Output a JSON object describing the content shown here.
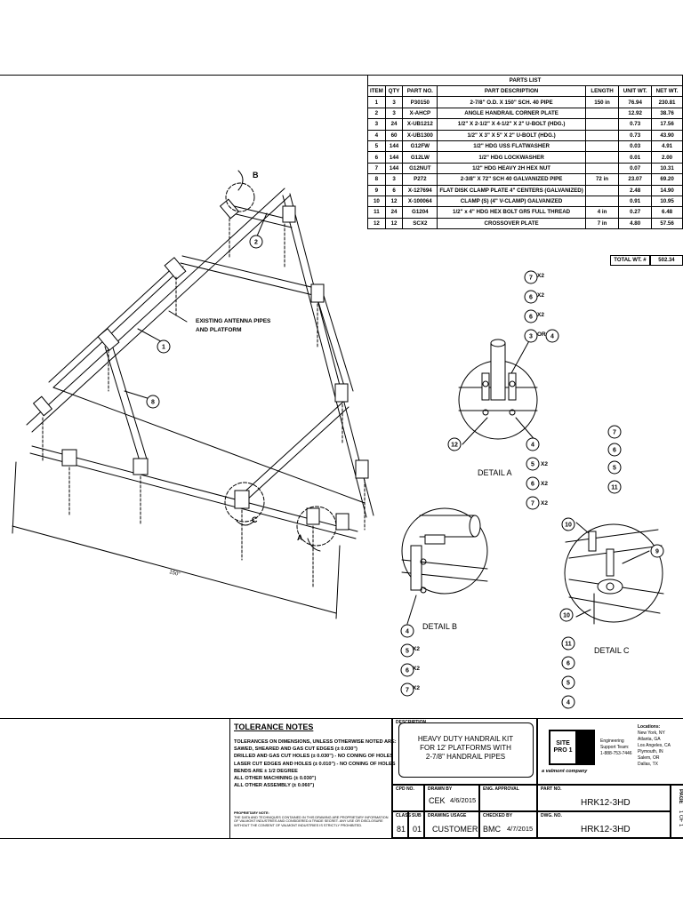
{
  "parts_list": {
    "title": "PARTS LIST",
    "headers": [
      "ITEM",
      "QTY",
      "PART NO.",
      "PART DESCRIPTION",
      "LENGTH",
      "UNIT WT.",
      "NET WT."
    ],
    "rows": [
      {
        "item": "1",
        "qty": "3",
        "part_no": "P30150",
        "description": "2-7/8\" O.D. X 150\" SCH. 40 PIPE",
        "length": "150 in",
        "unit_wt": "76.94",
        "net_wt": "230.81"
      },
      {
        "item": "2",
        "qty": "3",
        "part_no": "X-AHCP",
        "description": "ANGLE HANDRAIL CORNER PLATE",
        "length": "",
        "unit_wt": "12.92",
        "net_wt": "38.76"
      },
      {
        "item": "3",
        "qty": "24",
        "part_no": "X-UB1212",
        "description": "1/2\" X 2-1/2\" X 4-1/2\" X 2\" U-BOLT (HDG.)",
        "length": "",
        "unit_wt": "0.73",
        "net_wt": "17.56"
      },
      {
        "item": "4",
        "qty": "60",
        "part_no": "X-UB1300",
        "description": "1/2\" X 3\" X 5\" X 2\" U-BOLT (HDG.)",
        "length": "",
        "unit_wt": "0.73",
        "net_wt": "43.90"
      },
      {
        "item": "5",
        "qty": "144",
        "part_no": "G12FW",
        "description": "1/2\" HDG USS FLATWASHER",
        "length": "",
        "unit_wt": "0.03",
        "net_wt": "4.91"
      },
      {
        "item": "6",
        "qty": "144",
        "part_no": "G12LW",
        "description": "1/2\" HDG LOCKWASHER",
        "length": "",
        "unit_wt": "0.01",
        "net_wt": "2.00"
      },
      {
        "item": "7",
        "qty": "144",
        "part_no": "G12NUT",
        "description": "1/2\" HDG HEAVY 2H HEX NUT",
        "length": "",
        "unit_wt": "0.07",
        "net_wt": "10.31"
      },
      {
        "item": "8",
        "qty": "3",
        "part_no": "P272",
        "description": "2-3/8\" X 72\" SCH 40 GALVANIZED PIPE",
        "length": "72 in",
        "unit_wt": "23.07",
        "net_wt": "69.20"
      },
      {
        "item": "9",
        "qty": "6",
        "part_no": "X-127694",
        "description": "FLAT DISK CLAMP PLATE 4\" CENTERS (GALVANIZED)",
        "length": "",
        "unit_wt": "2.48",
        "net_wt": "14.90"
      },
      {
        "item": "10",
        "qty": "12",
        "part_no": "X-100064",
        "description": "CLAMP (S) (4\" V-CLAMP) GALVANIZED",
        "length": "",
        "unit_wt": "0.91",
        "net_wt": "10.95"
      },
      {
        "item": "11",
        "qty": "24",
        "part_no": "G1204",
        "description": "1/2\" x 4\" HDG HEX BOLT GR5 FULL THREAD",
        "length": "4 in",
        "unit_wt": "0.27",
        "net_wt": "6.48"
      },
      {
        "item": "12",
        "qty": "12",
        "part_no": "SCX2",
        "description": "CROSSOVER PLATE",
        "length": "7 in",
        "unit_wt": "4.80",
        "net_wt": "57.56"
      }
    ],
    "total_label": "TOTAL WT. #",
    "total_value": "502.34"
  },
  "drawing": {
    "callout_existing_1": "EXISTING ANTENNA PIPES",
    "callout_existing_2": "AND PLATFORM",
    "view_a": "A",
    "view_b": "B",
    "view_c": "C",
    "dim_label": "150\"",
    "detail_a_title": "DETAIL  A",
    "detail_b_title": "DETAIL  B",
    "detail_c_title": "DETAIL  C",
    "x2": "X2",
    "or": "OR",
    "balloons": {
      "b1": "1",
      "b2": "2",
      "b3": "3",
      "b4": "4",
      "b5": "5",
      "b6": "6",
      "b7": "7",
      "b8": "8",
      "b9": "9",
      "b10": "10",
      "b11": "11",
      "b12": "12"
    }
  },
  "tolerance": {
    "title": "TOLERANCE NOTES",
    "lines": [
      "TOLERANCES ON DIMENSIONS, UNLESS OTHERWISE NOTED ARE:",
      "SAWED, SHEARED AND GAS CUT EDGES (± 0.030\")",
      "DRILLED AND GAS CUT HOLES (± 0.030\") - NO CONING OF HOLES",
      "LASER CUT EDGES AND HOLES (± 0.010\") - NO CONING OF HOLES",
      "BENDS ARE ± 1/2 DEGREE",
      "ALL OTHER MACHINING (± 0.030\")",
      "ALL OTHER ASSEMBLY (± 0.060\")"
    ],
    "proprietary_title": "PROPRIETARY NOTE:",
    "proprietary_text": "THE DATA AND TECHNIQUES CONTAINED IN THIS DRAWING ARE PROPRIETARY INFORMATION OF VALMONT INDUSTRIES AND CONSIDERED A TRADE SECRET. ANY USE OR DISCLOSURE WITHOUT THE CONSENT OF VALMONT INDUSTRIES IS STRICTLY PROHIBITED."
  },
  "title_block": {
    "description_label": "DESCRIPTION",
    "description_lines": [
      "HEAVY DUTY HANDRAIL KIT",
      "FOR 12' PLATFORMS WITH",
      "2-7/8\" HANDRAIL PIPES"
    ],
    "logo_text": "SITE PRO 1",
    "brand_text": "a valmont company",
    "eng_team_label_1": "Engineering",
    "eng_team_label_2": "Support Team:",
    "phone": "1-888-753-7446",
    "locations_title": "Locations:",
    "locations": [
      "New York, NY",
      "Atlanta, GA",
      "Los Angeles, CA",
      "Plymouth, IN",
      "Salem, OR",
      "Dallas, TX"
    ],
    "cpd_label": "CPD NO.",
    "drawn_by_label": "DRAWN BY",
    "drawn_by": "CEK",
    "drawn_date": "4/6/2015",
    "eng_approval_label": "ENG. APPROVAL",
    "part_no_label": "PART NO.",
    "part_no": "HRK12-3HD",
    "class_label": "CLASS",
    "class_value": "81",
    "sub_label": "SUB",
    "sub_value": "01",
    "drawing_usage_label": "DRAWING USAGE",
    "drawing_usage": "CUSTOMER",
    "checked_by_label": "CHECKED BY",
    "checked_by": "BMC",
    "checked_date": "4/7/2015",
    "dwg_no_label": "DWG. NO.",
    "dwg_no": "HRK12-3HD",
    "page_label": "PAGE",
    "page_value": "1 OF 1"
  }
}
